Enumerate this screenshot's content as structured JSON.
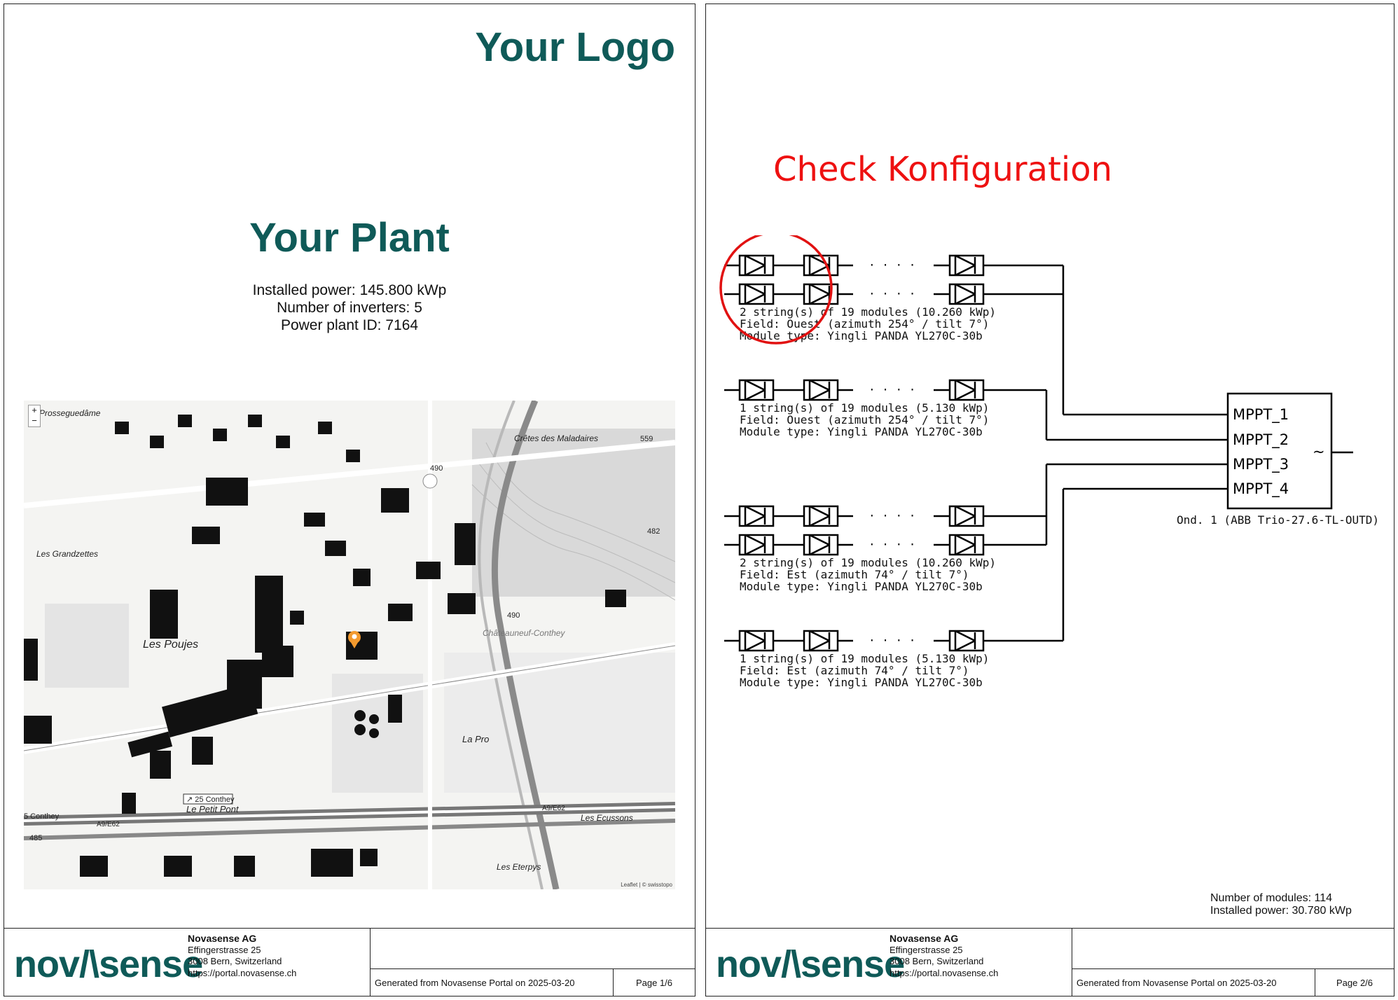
{
  "page1": {
    "logo": "Your Logo",
    "title": "Your Plant",
    "info": {
      "installed_power": "Installed power: 145.800 kWp",
      "inverters": "Number of inverters: 5",
      "plant_id": "Power plant ID: 7164"
    },
    "map": {
      "zoom_in": "+",
      "zoom_out": "−",
      "labels": {
        "prosseguedame": "Prosseguedâme",
        "cretes": "Crêtes des Maladaires",
        "h559": "559",
        "h490a": "490",
        "h482": "482",
        "grandzettes": "Les Grandzettes",
        "poujes": "Les Poujes",
        "chateauneuf": "Châteauneuf-Conthey",
        "h490b": "490",
        "lapro": "La Pro",
        "conthey25": "↗ 25 Conthey",
        "petitpont": "Le Petit Pont",
        "a9a": "A9/E62",
        "a9b": "A9/E62",
        "conthey5": "5 Conthey",
        "h485": "485",
        "ecussons": "Les Ecussons",
        "eterpys": "Les Eterpys"
      },
      "attribution": "Leaflet | © swisstopo",
      "marker_color": "#f39a2e"
    },
    "footer": {
      "logo": "nov/\\sense",
      "company": "Novasense AG",
      "street": "Effingerstrasse 25",
      "city": "3008 Bern, Switzerland",
      "url": "https://portal.novasense.ch",
      "generated": "Generated from Novasense Portal on 2025-03-20",
      "page": "Page 1/6"
    }
  },
  "page2": {
    "annotation": "Check Konfiguration",
    "annotation_color": "#e11111",
    "groups": [
      {
        "line1": "2 string(s) of 19 modules (10.260 kWp)",
        "line2": "Field: Ouest (azimuth 254° / tilt 7°)",
        "line3": "Module type: Yingli PANDA YL270C-30b"
      },
      {
        "line1": "1 string(s) of 19 modules (5.130 kWp)",
        "line2": "Field: Ouest (azimuth 254° / tilt 7°)",
        "line3": "Module type: Yingli PANDA YL270C-30b"
      },
      {
        "line1": "2 string(s) of 19 modules (10.260 kWp)",
        "line2": "Field: Est (azimuth 74° / tilt 7°)",
        "line3": "Module type: Yingli PANDA YL270C-30b"
      },
      {
        "line1": "1 string(s) of 19 modules (5.130 kWp)",
        "line2": "Field: Est (azimuth 74° / tilt 7°)",
        "line3": "Module type: Yingli PANDA YL270C-30b"
      }
    ],
    "dots": "·   ·   ·   ·",
    "inverter": {
      "mppt": [
        "MPPT_1",
        "MPPT_2",
        "MPPT_3",
        "MPPT_4"
      ],
      "ac_symbol": "~",
      "label": "Ond. 1  (ABB Trio-27.6-TL-OUTD)"
    },
    "summary": {
      "modules": "Number of modules: 114",
      "power": "Installed power: 30.780 kWp"
    },
    "footer": {
      "logo": "nov/\\sense",
      "company": "Novasense AG",
      "street": "Effingerstrasse 25",
      "city": "3008 Bern, Switzerland",
      "url": "https://portal.novasense.ch",
      "generated": "Generated from Novasense Portal on 2025-03-20",
      "page": "Page 2/6"
    }
  }
}
